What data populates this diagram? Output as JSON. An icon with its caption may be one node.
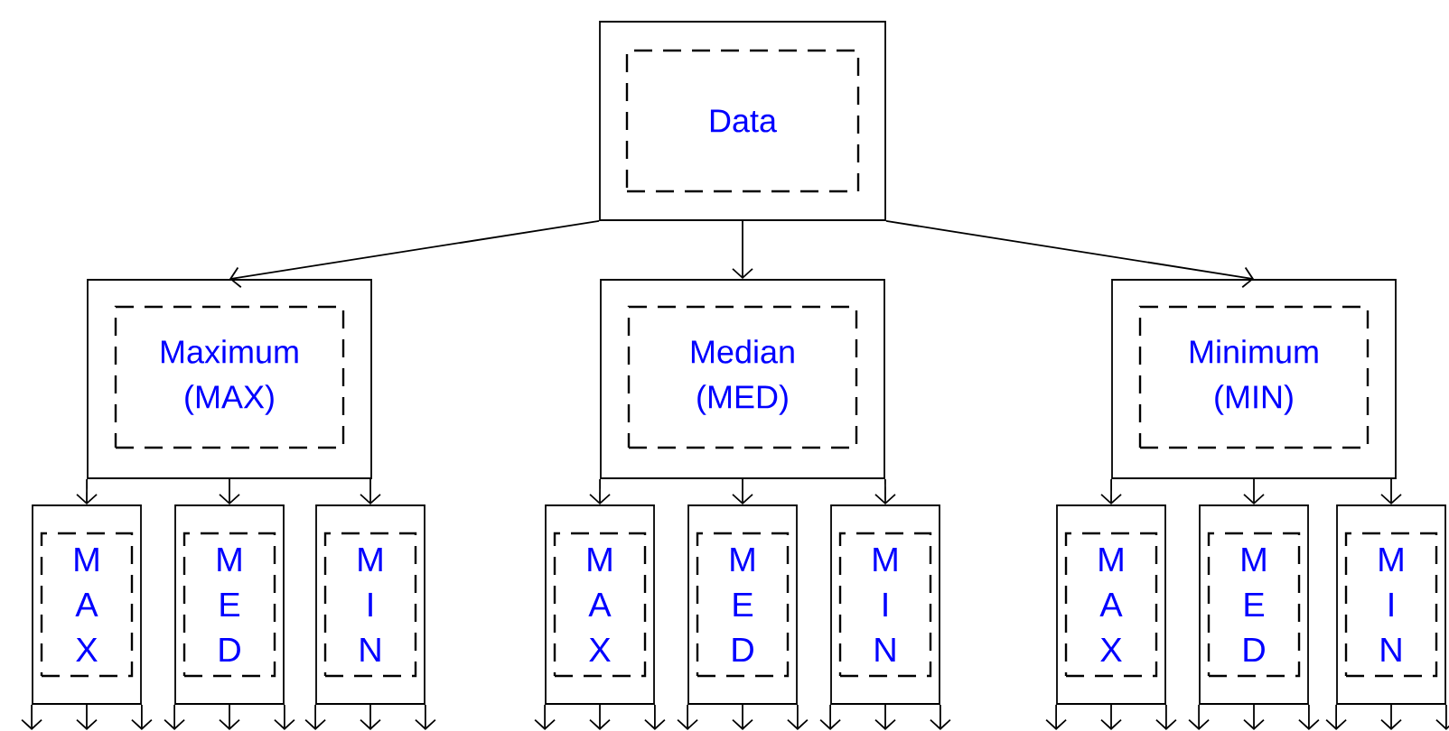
{
  "diagram": {
    "nodes": [
      {
        "text": [],
        "shape": "box"
      },
      {
        "text": [
          "Data"
        ],
        "in": 0
      },
      {
        "text": [],
        "shape": "box"
      },
      {
        "text": [
          "Maximum (MAX)"
        ],
        "in": 2
      },
      {
        "text": [],
        "shape": "box"
      },
      {
        "text": [
          "Median (MED)"
        ],
        "in": 4
      },
      {
        "text": [],
        "shape": "box"
      },
      {
        "text": [
          "Minimum (MIN)"
        ],
        "in": 6
      },
      {
        "text": [],
        "shape": "box"
      },
      {
        "text": [
          "M A X"
        ],
        "in": 8
      },
      {
        "text": [],
        "shape": "box"
      },
      {
        "text": [
          "M E D"
        ],
        "in": 10
      },
      {
        "text": [],
        "shape": "box"
      },
      {
        "text": [
          "M I N"
        ],
        "in": 12
      },
      {
        "text": [],
        "shape": "box"
      },
      {
        "text": [
          "M A X"
        ],
        "in": 14
      },
      {
        "text": [],
        "shape": "box"
      },
      {
        "text": [
          "M E D"
        ],
        "in": 16
      },
      {
        "text": [],
        "shape": "box"
      },
      {
        "text": [
          "M I N"
        ],
        "in": 18
      },
      {
        "text": [],
        "shape": "box"
      },
      {
        "text": [
          "M A X"
        ],
        "in": 20
      },
      {
        "text": [],
        "shape": "box"
      },
      {
        "text": [
          "M E D"
        ],
        "in": 22
      },
      {
        "text": [],
        "shape": "box"
      },
      {
        "text": [
          "M I N"
        ],
        "in": 24
      }
    ],
    "edges": [
      {
        "from": 0,
        "to": 2,
        "arrow": "to"
      },
      {
        "from": 0,
        "to": 4,
        "arrow": "to"
      },
      {
        "from": 0,
        "to": 6,
        "arrow": "to"
      },
      {
        "from": 2,
        "to": 8,
        "arrow": "to"
      },
      {
        "from": 2,
        "to": 10,
        "arrow": "to"
      },
      {
        "from": 2,
        "to": 12,
        "arrow": "to"
      },
      {
        "from": 4,
        "to": 14,
        "arrow": "to"
      },
      {
        "from": 4,
        "to": 16,
        "arrow": "to"
      },
      {
        "from": 4,
        "to": 18,
        "arrow": "to"
      },
      {
        "from": 6,
        "to": 20,
        "arrow": "to"
      },
      {
        "from": 6,
        "to": 22,
        "arrow": "to"
      },
      {
        "from": 6,
        "to": 24,
        "arrow": "to"
      },
      {
        "from": 8,
        "to": null,
        "arrow": "to"
      },
      {
        "from": 8,
        "to": null,
        "arrow": "to"
      },
      {
        "from": 8,
        "to": null,
        "arrow": "to"
      },
      {
        "from": 10,
        "to": null,
        "arrow": "to"
      },
      {
        "from": 10,
        "to": null,
        "arrow": "to"
      },
      {
        "from": 10,
        "to": null,
        "arrow": "to"
      },
      {
        "from": 12,
        "to": null,
        "arrow": "to"
      },
      {
        "from": 12,
        "to": null,
        "arrow": "to"
      },
      {
        "from": 12,
        "to": null,
        "arrow": "to"
      },
      {
        "from": 14,
        "to": null,
        "arrow": "to"
      },
      {
        "from": 14,
        "to": null,
        "arrow": "to"
      },
      {
        "from": 14,
        "to": null,
        "arrow": "to"
      },
      {
        "from": 16,
        "to": null,
        "arrow": "to"
      },
      {
        "from": 16,
        "to": null,
        "arrow": "to"
      },
      {
        "from": 16,
        "to": null,
        "arrow": "to"
      },
      {
        "from": 18,
        "to": null,
        "arrow": "to"
      },
      {
        "from": 18,
        "to": null,
        "arrow": "to"
      },
      {
        "from": 18,
        "to": null,
        "arrow": "to"
      },
      {
        "from": 20,
        "to": null,
        "arrow": "to"
      },
      {
        "from": 20,
        "to": null,
        "arrow": "to"
      },
      {
        "from": 20,
        "to": null,
        "arrow": "to"
      },
      {
        "from": 22,
        "to": null,
        "arrow": "to"
      },
      {
        "from": 22,
        "to": null,
        "arrow": "to"
      },
      {
        "from": 22,
        "to": null,
        "arrow": "to"
      },
      {
        "from": 24,
        "to": null,
        "arrow": "to"
      },
      {
        "from": 24,
        "to": null,
        "arrow": "to"
      },
      {
        "from": 24,
        "to": null,
        "arrow": "to"
      }
    ]
  }
}
